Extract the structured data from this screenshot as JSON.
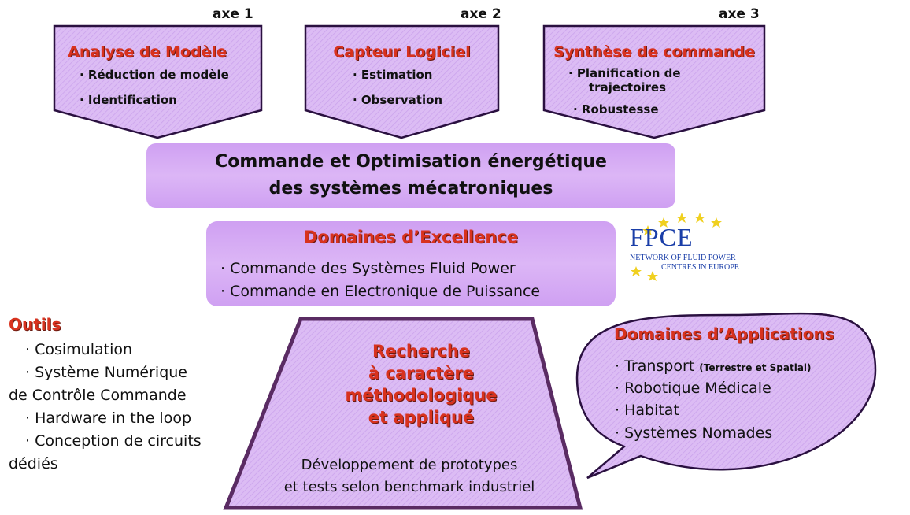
{
  "axes": [
    {
      "label": "axe 1",
      "title": "Analyse de Modèle",
      "items": [
        "· Réduction de modèle",
        "· Identification"
      ]
    },
    {
      "label": "axe 2",
      "title": "Capteur Logiciel",
      "items": [
        "· Estimation",
        "· Observation"
      ]
    },
    {
      "label": "axe 3",
      "title": "Synthèse de commande",
      "items": [
        "· Planification de",
        "trajectoires",
        "· Robustesse"
      ]
    }
  ],
  "center": {
    "line1": "Commande et Optimisation énergétique",
    "line2": "des systèmes mécatroniques"
  },
  "excellence": {
    "title": "Domaines d’Excellence",
    "items": [
      "· Commande des Systèmes Fluid Power",
      "· Commande en Electronique de Puissance"
    ]
  },
  "fpce": {
    "name": "FPCE",
    "line1": "NETWORK OF FLUID POWER",
    "line2": "CENTRES IN EUROPE"
  },
  "outils": {
    "title": "Outils",
    "items": [
      "· Cosimulation",
      "· Système Numérique",
      "de Contrôle Commande",
      "· Hardware in the loop",
      "· Conception de circuits",
      "dédiés"
    ]
  },
  "recherche": {
    "title_lines": [
      "Recherche",
      "à caractère",
      "méthodologique",
      "et appliqué"
    ],
    "sub_lines": [
      "Développement de prototypes",
      "et tests selon benchmark industriel"
    ]
  },
  "applications": {
    "title": "Domaines d’Applications",
    "items": [
      "· Transport",
      "· Robotique Médicale",
      "· Habitat",
      "· Systèmes Nomades"
    ],
    "transport_note": "(Terrestre et Spatial)"
  },
  "colors": {
    "fill": "#d6b0f2",
    "outline": "#3d1950",
    "title_red": "#d8321e"
  }
}
